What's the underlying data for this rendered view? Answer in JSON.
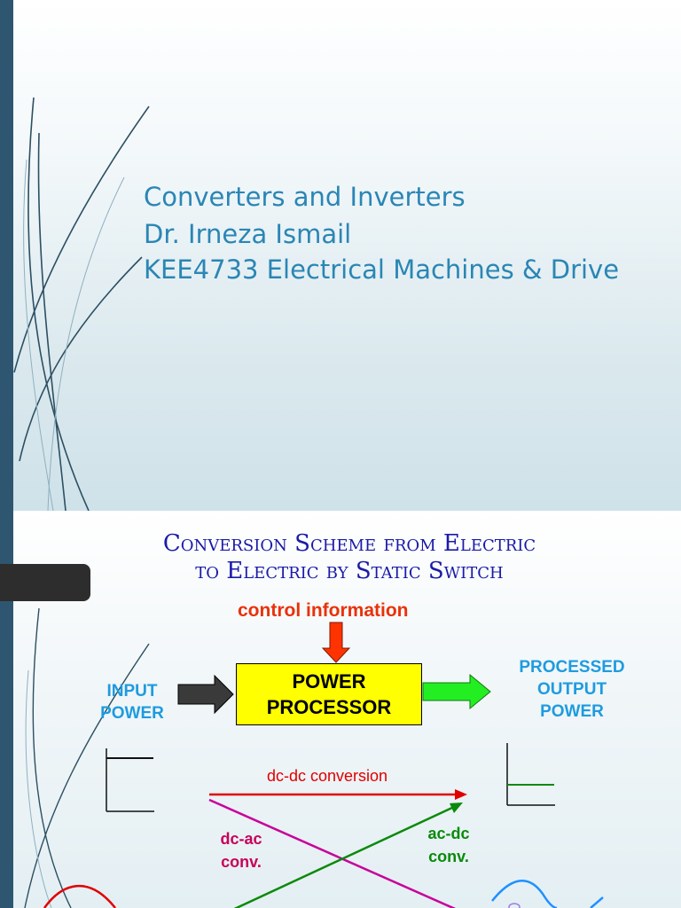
{
  "slide1": {
    "title_lines": [
      "Converters and Inverters",
      "Dr. Irneza Ismail",
      "KEE4733 Electrical Machines & Drive"
    ]
  },
  "slide2": {
    "heading_lines": [
      "Conversion Scheme from Electric",
      "to Electric by Static Switch"
    ],
    "control_label": "control information",
    "input_label_lines": [
      "INPUT",
      "POWER"
    ],
    "processor_lines": [
      "POWER",
      "PROCESSOR"
    ],
    "output_label_lines": [
      "PROCESSED",
      "OUTPUT",
      "POWER"
    ],
    "dcdc_label": "dc-dc conversion",
    "dcac_label_lines": [
      "dc-ac",
      "conv."
    ],
    "acdc_label_lines": [
      "ac-dc",
      "conv."
    ]
  },
  "colors": {
    "title_blue": "#2a86b5",
    "heading_navy": "#1a1aa8",
    "control_red": "#e8320a",
    "label_cyan": "#1e9be0",
    "box_yellow": "#ffff00",
    "dcdc_red": "#e00000",
    "dcac_magenta": "#c8009b",
    "acdc_green": "#0a8a0a",
    "sidebar": "#2e5670"
  }
}
